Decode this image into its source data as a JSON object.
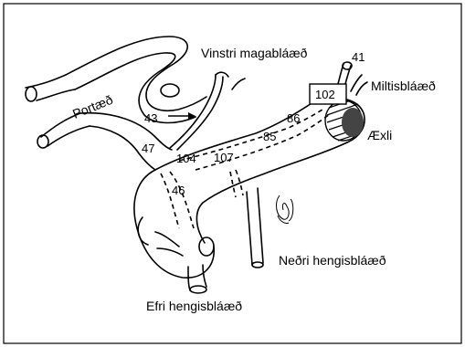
{
  "labels": {
    "portal_vein": "Portæð",
    "left_gastric_vein": "Vinstri magabláæð",
    "splenic_vein": "Miltisbláæð",
    "tumor": "Æxli",
    "inferior_mesenteric_vein": "Neðri hengisbláæð",
    "superior_mesenteric_vein": "Efri hengisbláæð"
  },
  "numbers": {
    "n41": "41",
    "n102": "102",
    "n43": "43",
    "n86": "86",
    "n85": "85",
    "n47": "47",
    "n107": "107",
    "n104": "104",
    "n46": "46"
  }
}
